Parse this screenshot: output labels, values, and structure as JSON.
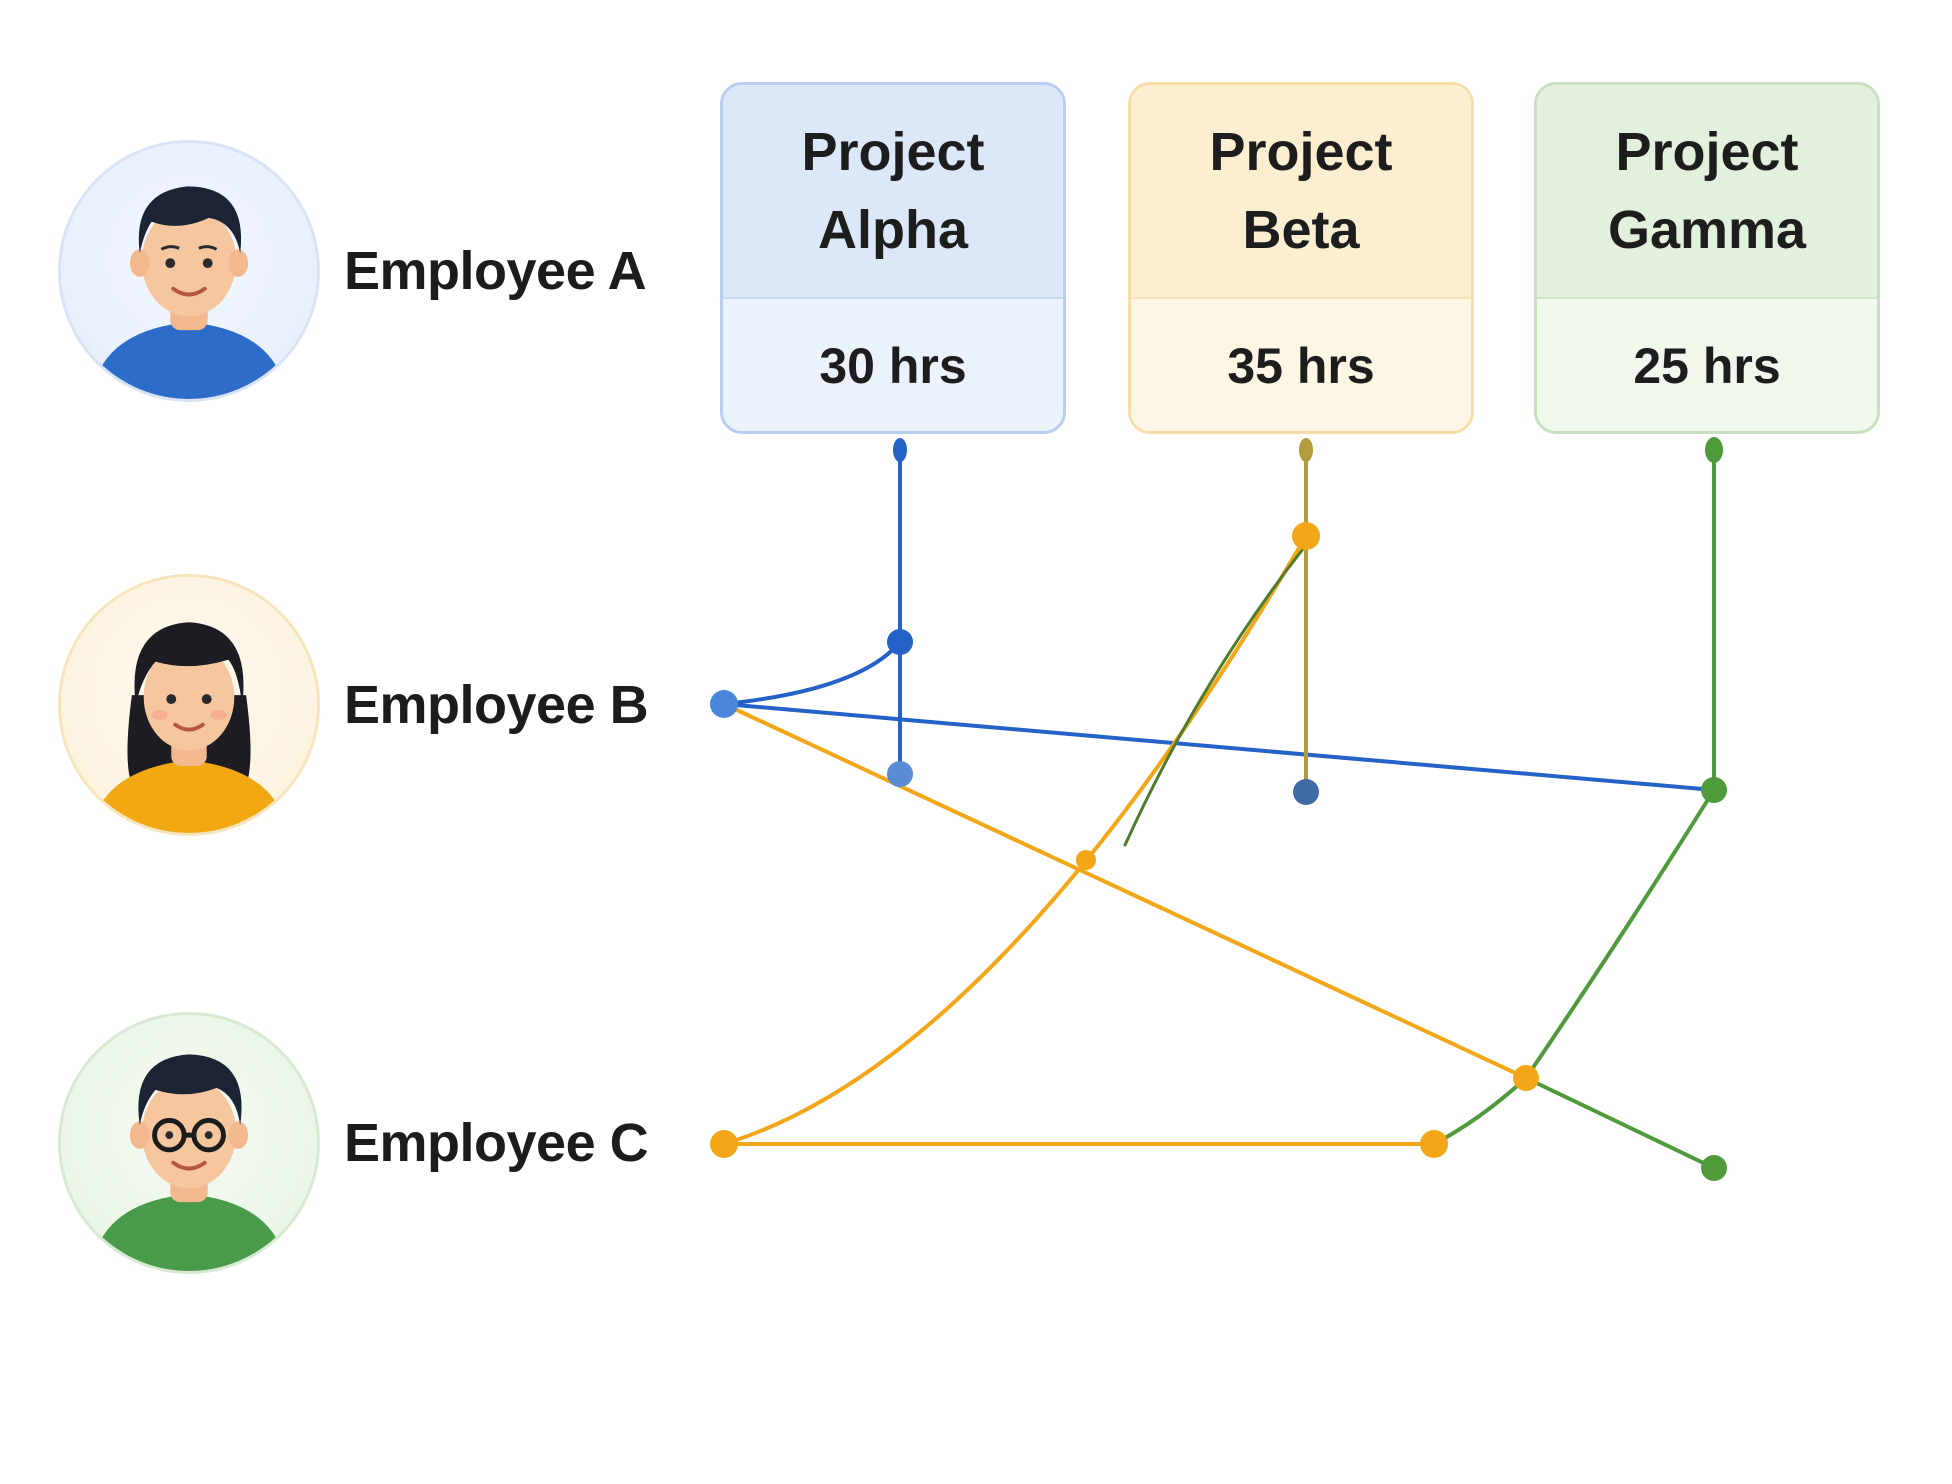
{
  "employees": [
    {
      "name": "Employee A"
    },
    {
      "name": "Employee B"
    },
    {
      "name": "Employee C"
    }
  ],
  "projects": [
    {
      "name": "Project Alpha",
      "hours": "30 hrs"
    },
    {
      "name": "Project Beta",
      "hours": "35 hrs"
    },
    {
      "name": "Project Gamma",
      "hours": "25 hrs"
    }
  ],
  "colors": {
    "blue": "#2462c8",
    "orange": "#f3a718",
    "green": "#4f9a3a",
    "olive": "#a79a3a"
  }
}
